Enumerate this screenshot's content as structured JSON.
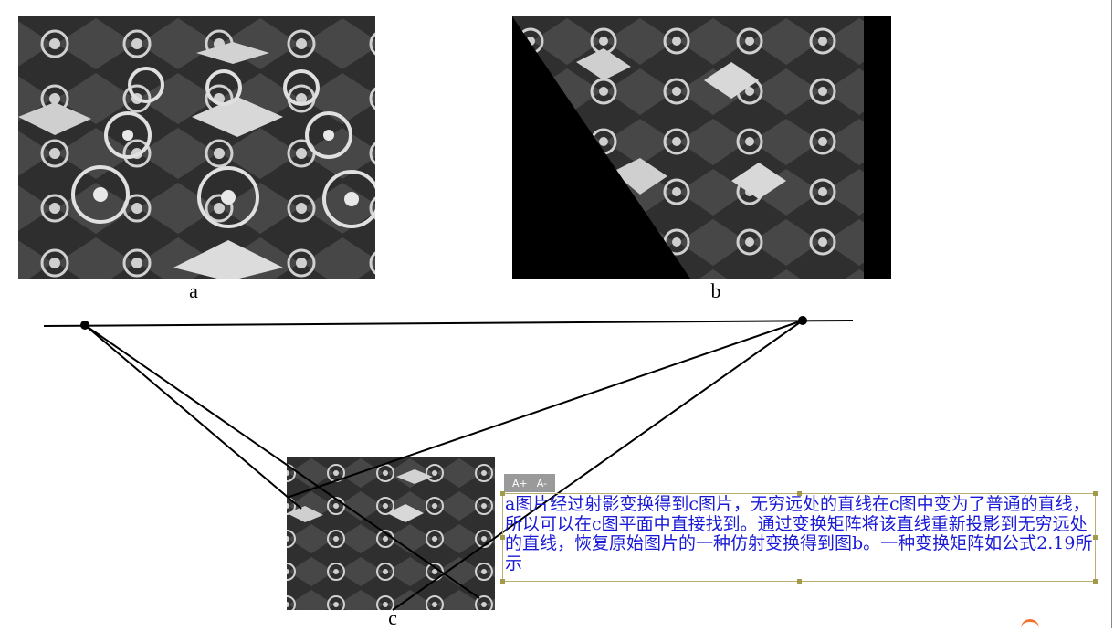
{
  "figure": {
    "panel_a_label": "a",
    "panel_b_label": "b",
    "panel_c_label": "c"
  },
  "editor": {
    "font_increase_label": "A+",
    "font_decrease_label": "A-",
    "textbox_text": "a图片经过射影变换得到c图片，无穷远处的直线在c图中变为了普通的直线，所以可以在c图平面中直接找到。通过变换矩阵将该直线重新投影到无穷远处的直线，恢复原始图片的一种仿射变换得到图b。一种变换矩阵如公式2.19所示",
    "text_color": "#1a1ad6"
  }
}
